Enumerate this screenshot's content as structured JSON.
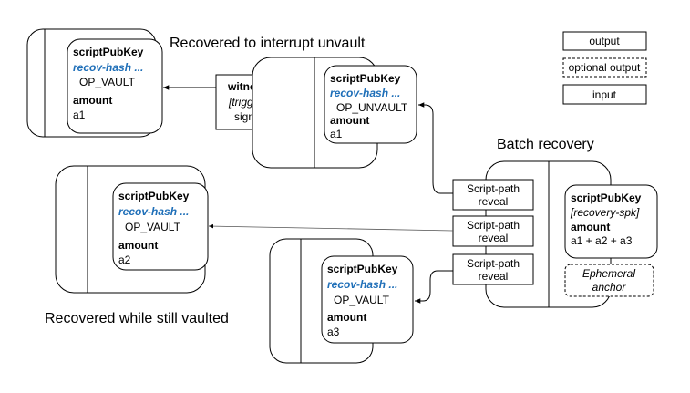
{
  "titles": {
    "interrupt": "Recovered to interrupt unvault",
    "batch": "Batch recovery",
    "vaulted": "Recovered while still vaulted"
  },
  "legend": {
    "output": "output",
    "optional_output": "optional output",
    "input": "input"
  },
  "witness": {
    "title": "witness",
    "line1": "[trigger-key",
    "line2": "signature]"
  },
  "outputs": {
    "top_left": {
      "spk_label": "scriptPubKey",
      "hash": "recov-hash ...",
      "opcode": "OP_VAULT",
      "amount_label": "amount",
      "amount": "a1"
    },
    "top_mid": {
      "spk_label": "scriptPubKey",
      "hash": "recov-hash ...",
      "opcode": "OP_UNVAULT",
      "amount_label": "amount",
      "amount": "a1"
    },
    "mid_left": {
      "spk_label": "scriptPubKey",
      "hash": "recov-hash ...",
      "opcode": "OP_VAULT",
      "amount_label": "amount",
      "amount": "a2"
    },
    "bottom_mid": {
      "spk_label": "scriptPubKey",
      "hash": "recov-hash ...",
      "opcode": "OP_VAULT",
      "amount_label": "amount",
      "amount": "a3"
    },
    "batch": {
      "spk_label": "scriptPubKey",
      "spk": "[recovery-spk]",
      "amount_label": "amount",
      "amount": "a1 + a2 + a3"
    }
  },
  "reveals": [
    {
      "line1": "Script-path",
      "line2": "reveal"
    },
    {
      "line1": "Script-path",
      "line2": "reveal"
    },
    {
      "line1": "Script-path",
      "line2": "reveal"
    }
  ],
  "anchor": {
    "line1": "Ephemeral",
    "line2": "anchor"
  }
}
